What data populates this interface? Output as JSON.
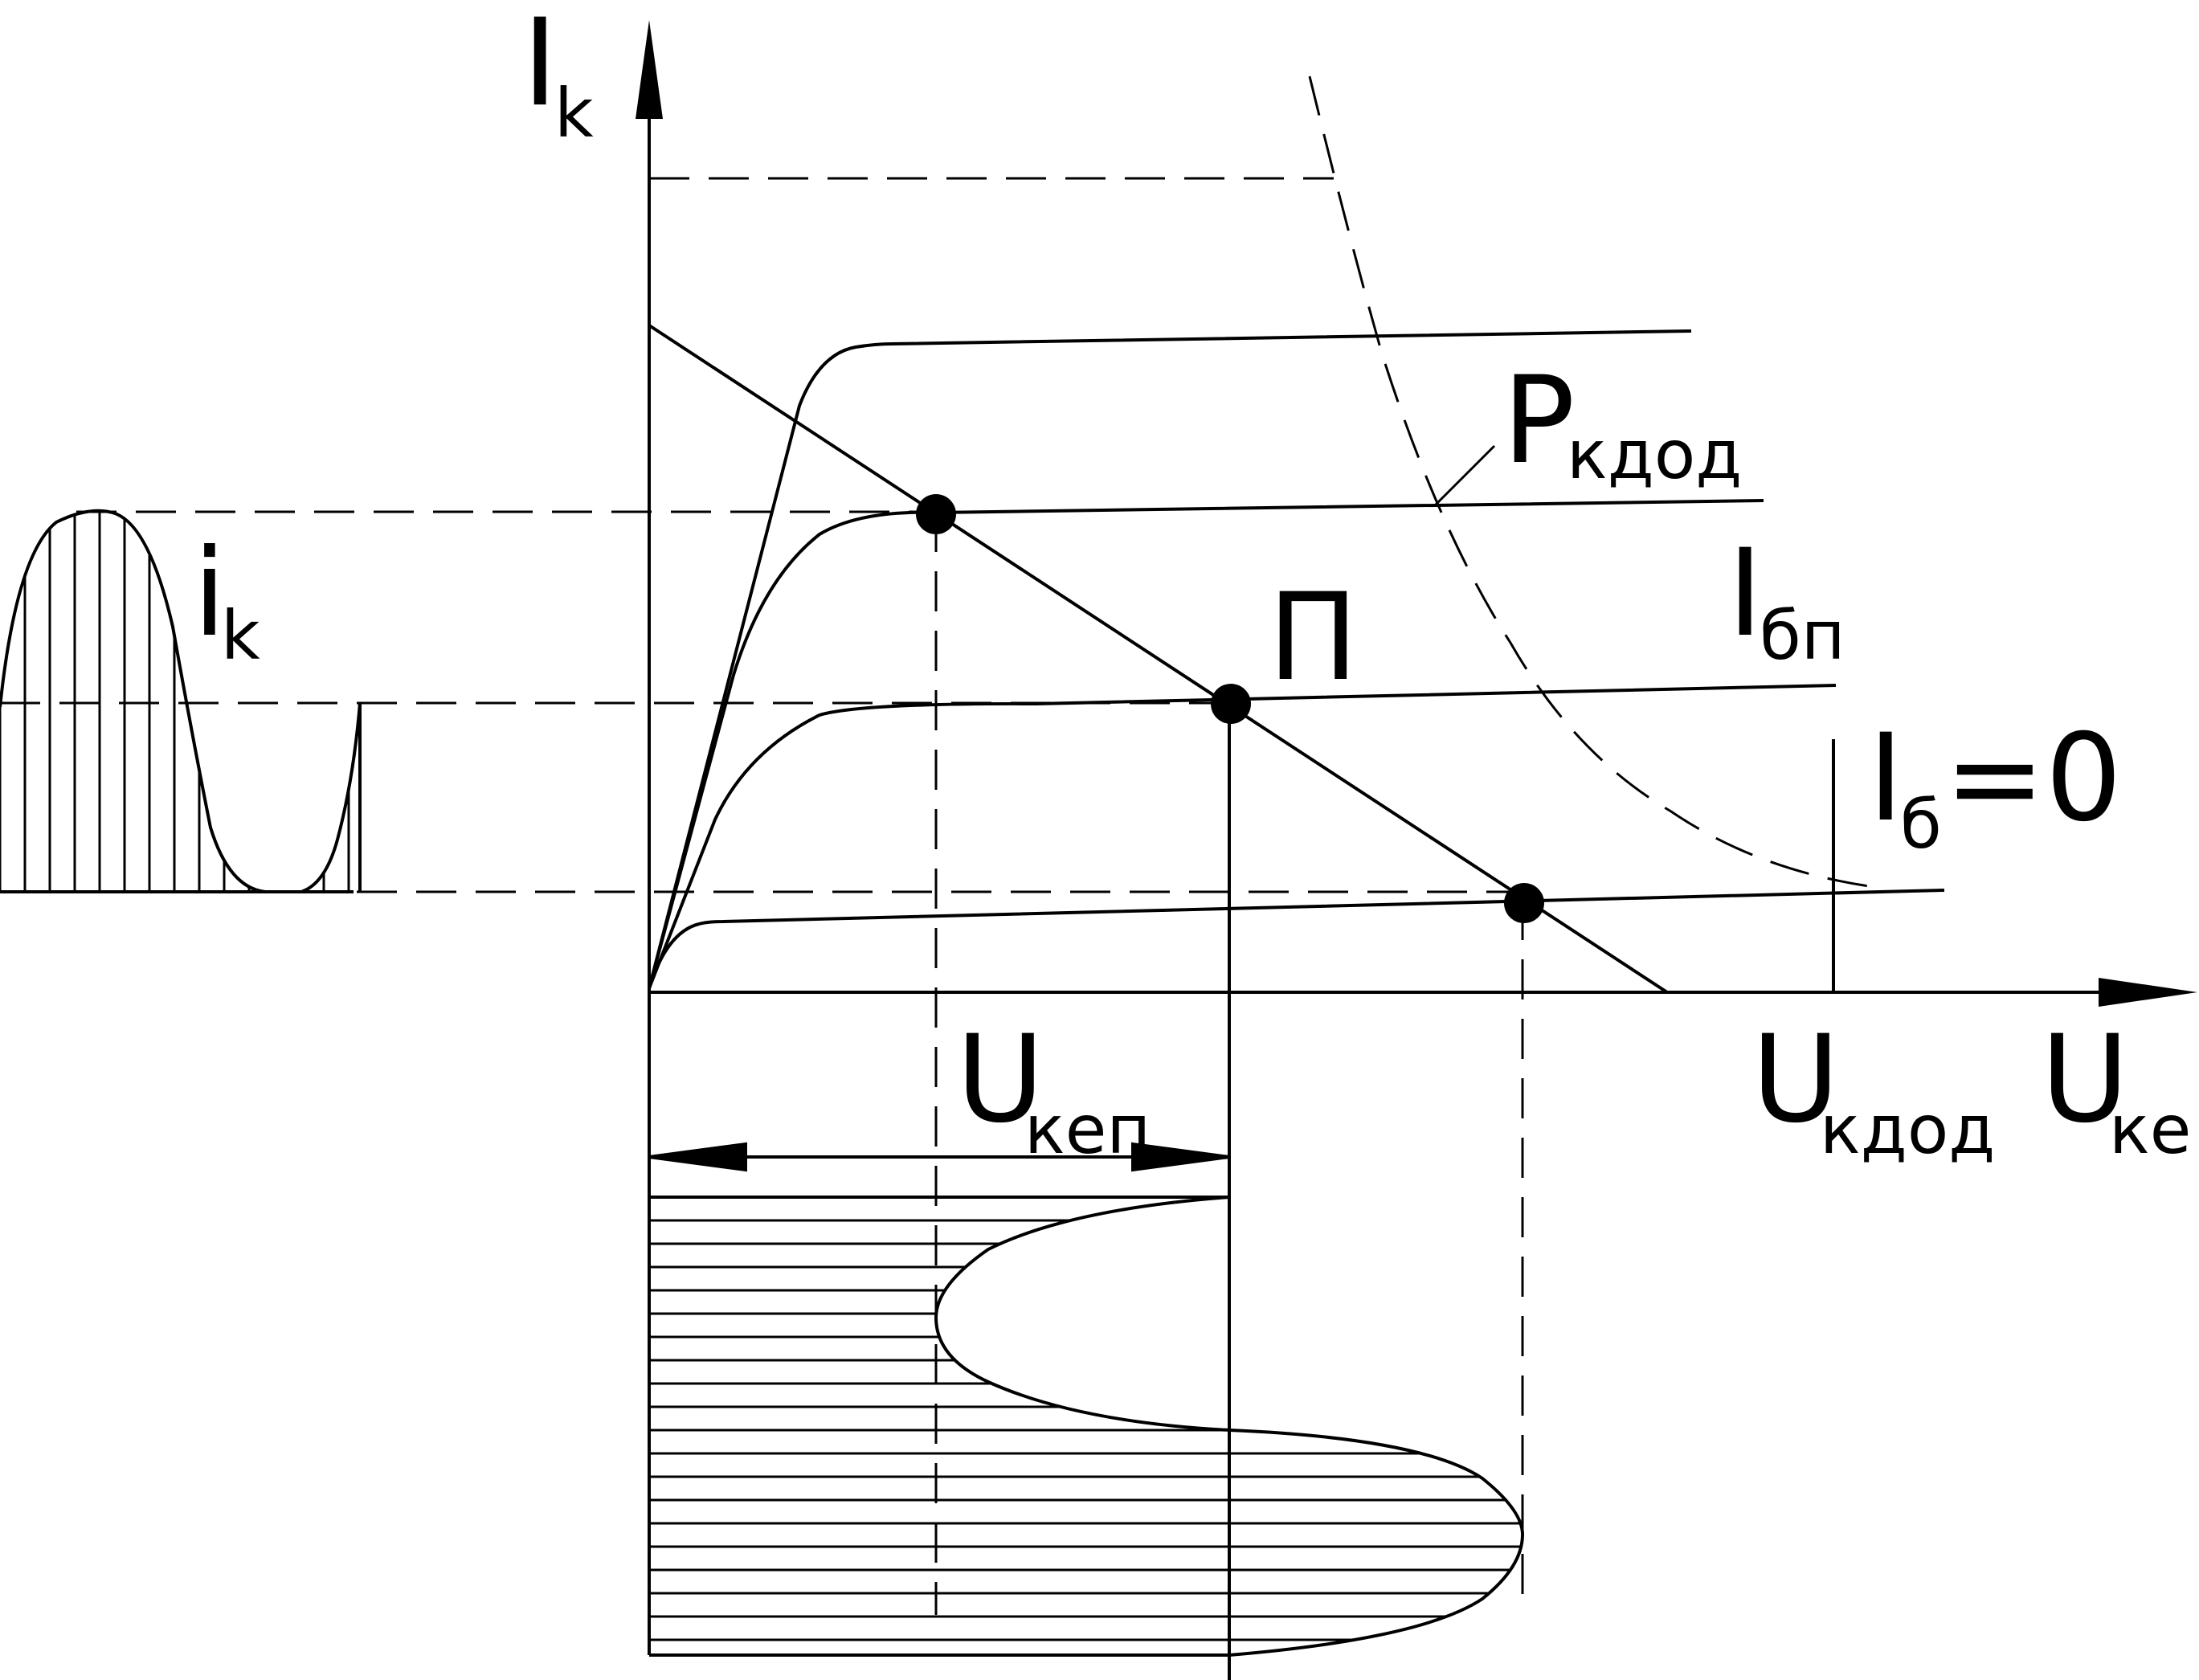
{
  "labels": {
    "ik_axis_main": "I",
    "ik_axis_sub": "k",
    "ik_wave_main": "i",
    "ik_wave_sub": "k",
    "pkdod_main": "P",
    "pkdod_sub": "кдод",
    "ibp_main": "I",
    "ibp_sub": "бп",
    "ib0_main": "I",
    "ib0_sub": "б",
    "ib0_rest": "=0",
    "point_p": "П",
    "ukep_main": "U",
    "ukep_sub": "кеп",
    "ukdod_main": "U",
    "ukdod_sub": "кдод",
    "uke_main": "U",
    "uke_sub": "ке"
  },
  "colors": {
    "ink": "#000000",
    "paper": "#ffffff"
  }
}
